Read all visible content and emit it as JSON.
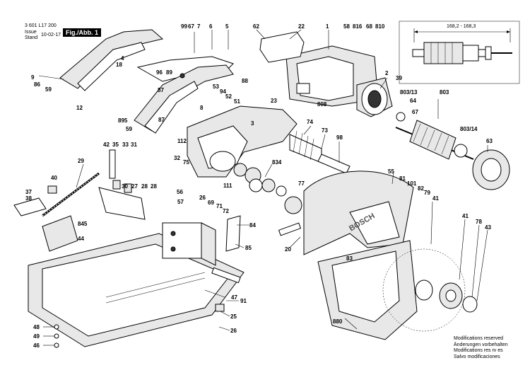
{
  "header": {
    "doc_number": "3 601 L17 200",
    "issue_label": "Issue",
    "stand_label": "Stand",
    "date": "10-02-17",
    "figure_label": "Fig./Abb. 1"
  },
  "brand": "BOSCH",
  "dimension": "168,2 - 168,3",
  "notes": [
    "Modifications reserved",
    "Änderungen vorbehalten",
    "Modifications res rv es",
    "Salvo modificaciones"
  ],
  "labels": [
    "9",
    "86",
    "59",
    "4",
    "6",
    "5",
    "99",
    "67",
    "7",
    "62",
    "22",
    "1",
    "58",
    "816",
    "68",
    "810",
    "18",
    "96",
    "89",
    "87",
    "8",
    "53",
    "94",
    "52",
    "51",
    "88",
    "12",
    "895",
    "87",
    "59",
    "3",
    "808",
    "2",
    "39",
    "803/13",
    "803",
    "64",
    "67",
    "803/14",
    "63",
    "23",
    "74",
    "73",
    "98",
    "112",
    "32",
    "75",
    "834",
    "42",
    "35",
    "33",
    "31",
    "29",
    "111",
    "77",
    "40",
    "37",
    "38",
    "30",
    "27",
    "28",
    "28",
    "56",
    "57",
    "26",
    "69",
    "71",
    "72",
    "84",
    "845",
    "44",
    "85",
    "20",
    "55",
    "81",
    "101",
    "82",
    "79",
    "41",
    "83",
    "41",
    "78",
    "43",
    "47",
    "91",
    "25",
    "26",
    "48",
    "49",
    "46",
    "880"
  ]
}
